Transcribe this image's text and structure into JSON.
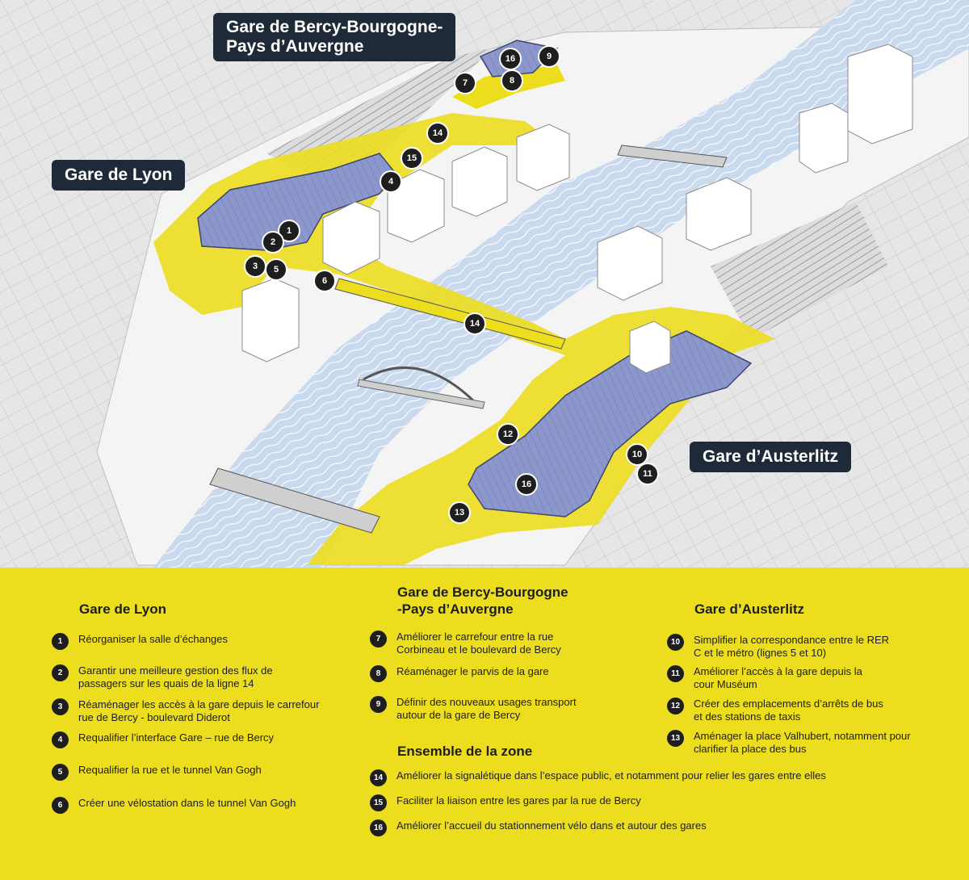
{
  "map": {
    "labels": {
      "bercy": "Gare de Bercy-Bourgogne-\nPays d’Auvergne",
      "lyon": "Gare de Lyon",
      "austerlitz": "Gare d’Austerlitz"
    },
    "markers": [
      "1",
      "2",
      "3",
      "4",
      "5",
      "6",
      "7",
      "8",
      "9",
      "10",
      "11",
      "12",
      "13",
      "14",
      "14",
      "15",
      "16",
      "16"
    ],
    "colors": {
      "highlight": "#ecdd1e",
      "station_roof": "#8c98cc",
      "river": "#c6d8ec",
      "label_bg": "#1f2a38"
    }
  },
  "legend": {
    "lyon": {
      "title": "Gare de Lyon",
      "items": [
        {
          "num": "1",
          "text": "Réorganiser la salle d’échanges"
        },
        {
          "num": "2",
          "text": "Garantir une meilleure gestion des flux de passagers sur les quais de la ligne 14"
        },
        {
          "num": "3",
          "text": "Réaménager les accès à la gare depuis le carrefour rue de Bercy - boulevard Diderot"
        },
        {
          "num": "4",
          "text": "Requalifier l’interface Gare – rue de Bercy"
        },
        {
          "num": "5",
          "text": "Requalifier la rue et le tunnel Van Gogh"
        },
        {
          "num": "6",
          "text": "Créer une vélostation dans le tunnel Van Gogh"
        }
      ]
    },
    "bercy": {
      "title": "Gare de Bercy-Bourgogne\n-Pays d’Auvergne",
      "items": [
        {
          "num": "7",
          "text": "Améliorer le carrefour entre la rue Corbineau et le boulevard de Bercy"
        },
        {
          "num": "8",
          "text": "Réaménager le parvis de la gare"
        },
        {
          "num": "9",
          "text": "Définir des nouveaux usages transport autour de la gare de Bercy"
        }
      ]
    },
    "zone": {
      "title": "Ensemble de la zone",
      "items": [
        {
          "num": "14",
          "text": "Améliorer la signalétique dans l’espace public, et notamment pour relier les gares entre elles"
        },
        {
          "num": "15",
          "text": "Faciliter la liaison entre les gares par la rue de Bercy"
        },
        {
          "num": "16",
          "text": "Améliorer l’accueil du stationnement vélo dans et autour des gares"
        }
      ]
    },
    "austerlitz": {
      "title": "Gare d’Austerlitz",
      "items": [
        {
          "num": "10",
          "text": "Simplifier la correspondance entre le RER C et le métro (lignes 5 et 10)"
        },
        {
          "num": "11",
          "text": "Améliorer l’accès à la gare depuis la cour Muséum"
        },
        {
          "num": "12",
          "text": "Créer des emplacements d’arrêts de bus et des stations de taxis"
        },
        {
          "num": "13",
          "text": "Aménager la place Valhubert, notamment pour clarifier la place des bus"
        }
      ]
    }
  }
}
